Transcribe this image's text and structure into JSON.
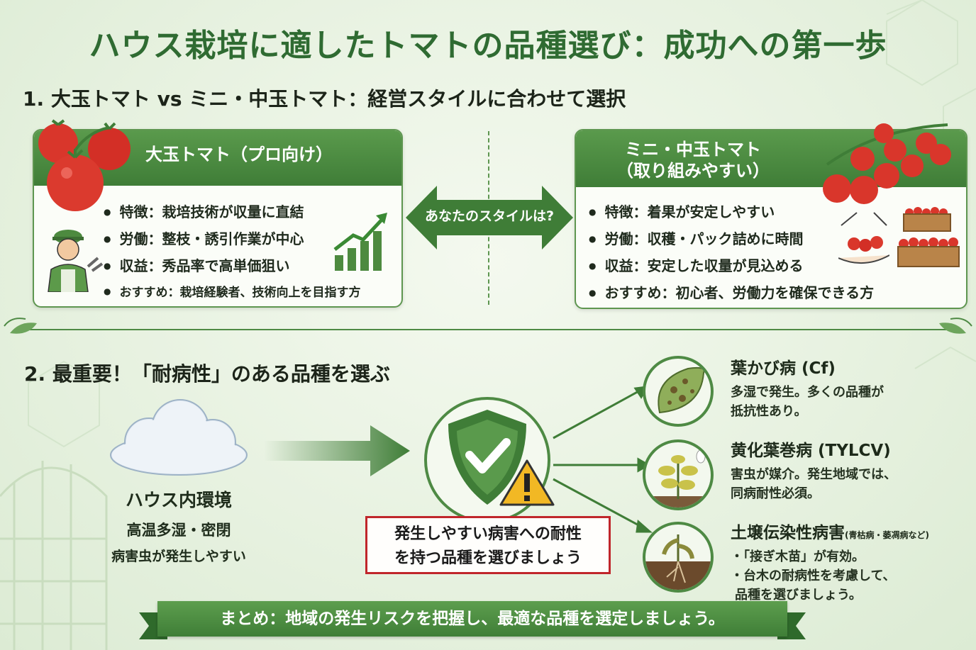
{
  "title": "ハウス栽培に適したトマトの品種選び：成功への第一歩",
  "section1": {
    "heading": "1. 大玉トマト vs ミニ・中玉トマト：経営スタイルに合わせて選択",
    "left_card": {
      "title": "大玉トマト（プロ向け）",
      "bullets": [
        "特徴：栽培技術が収量に直結",
        "労働：整枝・誘引作業が中心",
        "収益：秀品率で高単価狙い",
        "おすすめ：栽培経験者、技術向上を目指す方"
      ]
    },
    "center_label": "あなたのスタイルは?",
    "right_card": {
      "title_line1": "ミニ・中玉トマト",
      "title_line2": "（取り組みやすい）",
      "bullets": [
        "特徴：着果が安定しやすい",
        "労働：収穫・パック詰めに時間",
        "収益：安定した収量が見込める",
        "おすすめ：初心者、労働力を確保できる方"
      ]
    }
  },
  "section2": {
    "heading": "2. 最重要！「耐病性」のある品種を選ぶ",
    "environment": {
      "title": "ハウス内環境",
      "line1": "高温多湿・密閉",
      "line2": "病害虫が発生しやすい"
    },
    "warning_line1": "発生しやすい病害への耐性",
    "warning_line2": "を持つ品種を選びましょう",
    "diseases": [
      {
        "name": "葉かび病 (Cf)",
        "note": "",
        "lines": [
          "多湿で発生。多くの品種が",
          "抵抗性あり。"
        ]
      },
      {
        "name": "黄化葉巻病 (TYLCV)",
        "note": "",
        "lines": [
          "害虫が媒介。発生地域では、",
          "同病耐性必須。"
        ]
      },
      {
        "name": "土壌伝染性病害",
        "note": "(青枯病・萎凋病など)",
        "lines": [
          "・「接ぎ木苗」が有効。",
          "・台木の耐病性を考慮して、",
          "品種を選びましょう。"
        ]
      }
    ]
  },
  "summary": "まとめ：地域の発生リスクを把握し、最適な品種を選定しましょう。",
  "colors": {
    "accent_green": "#3f7d37",
    "title_green": "#2f6b32",
    "warning_red": "#c0262b",
    "tomato_red": "#d9362b"
  }
}
